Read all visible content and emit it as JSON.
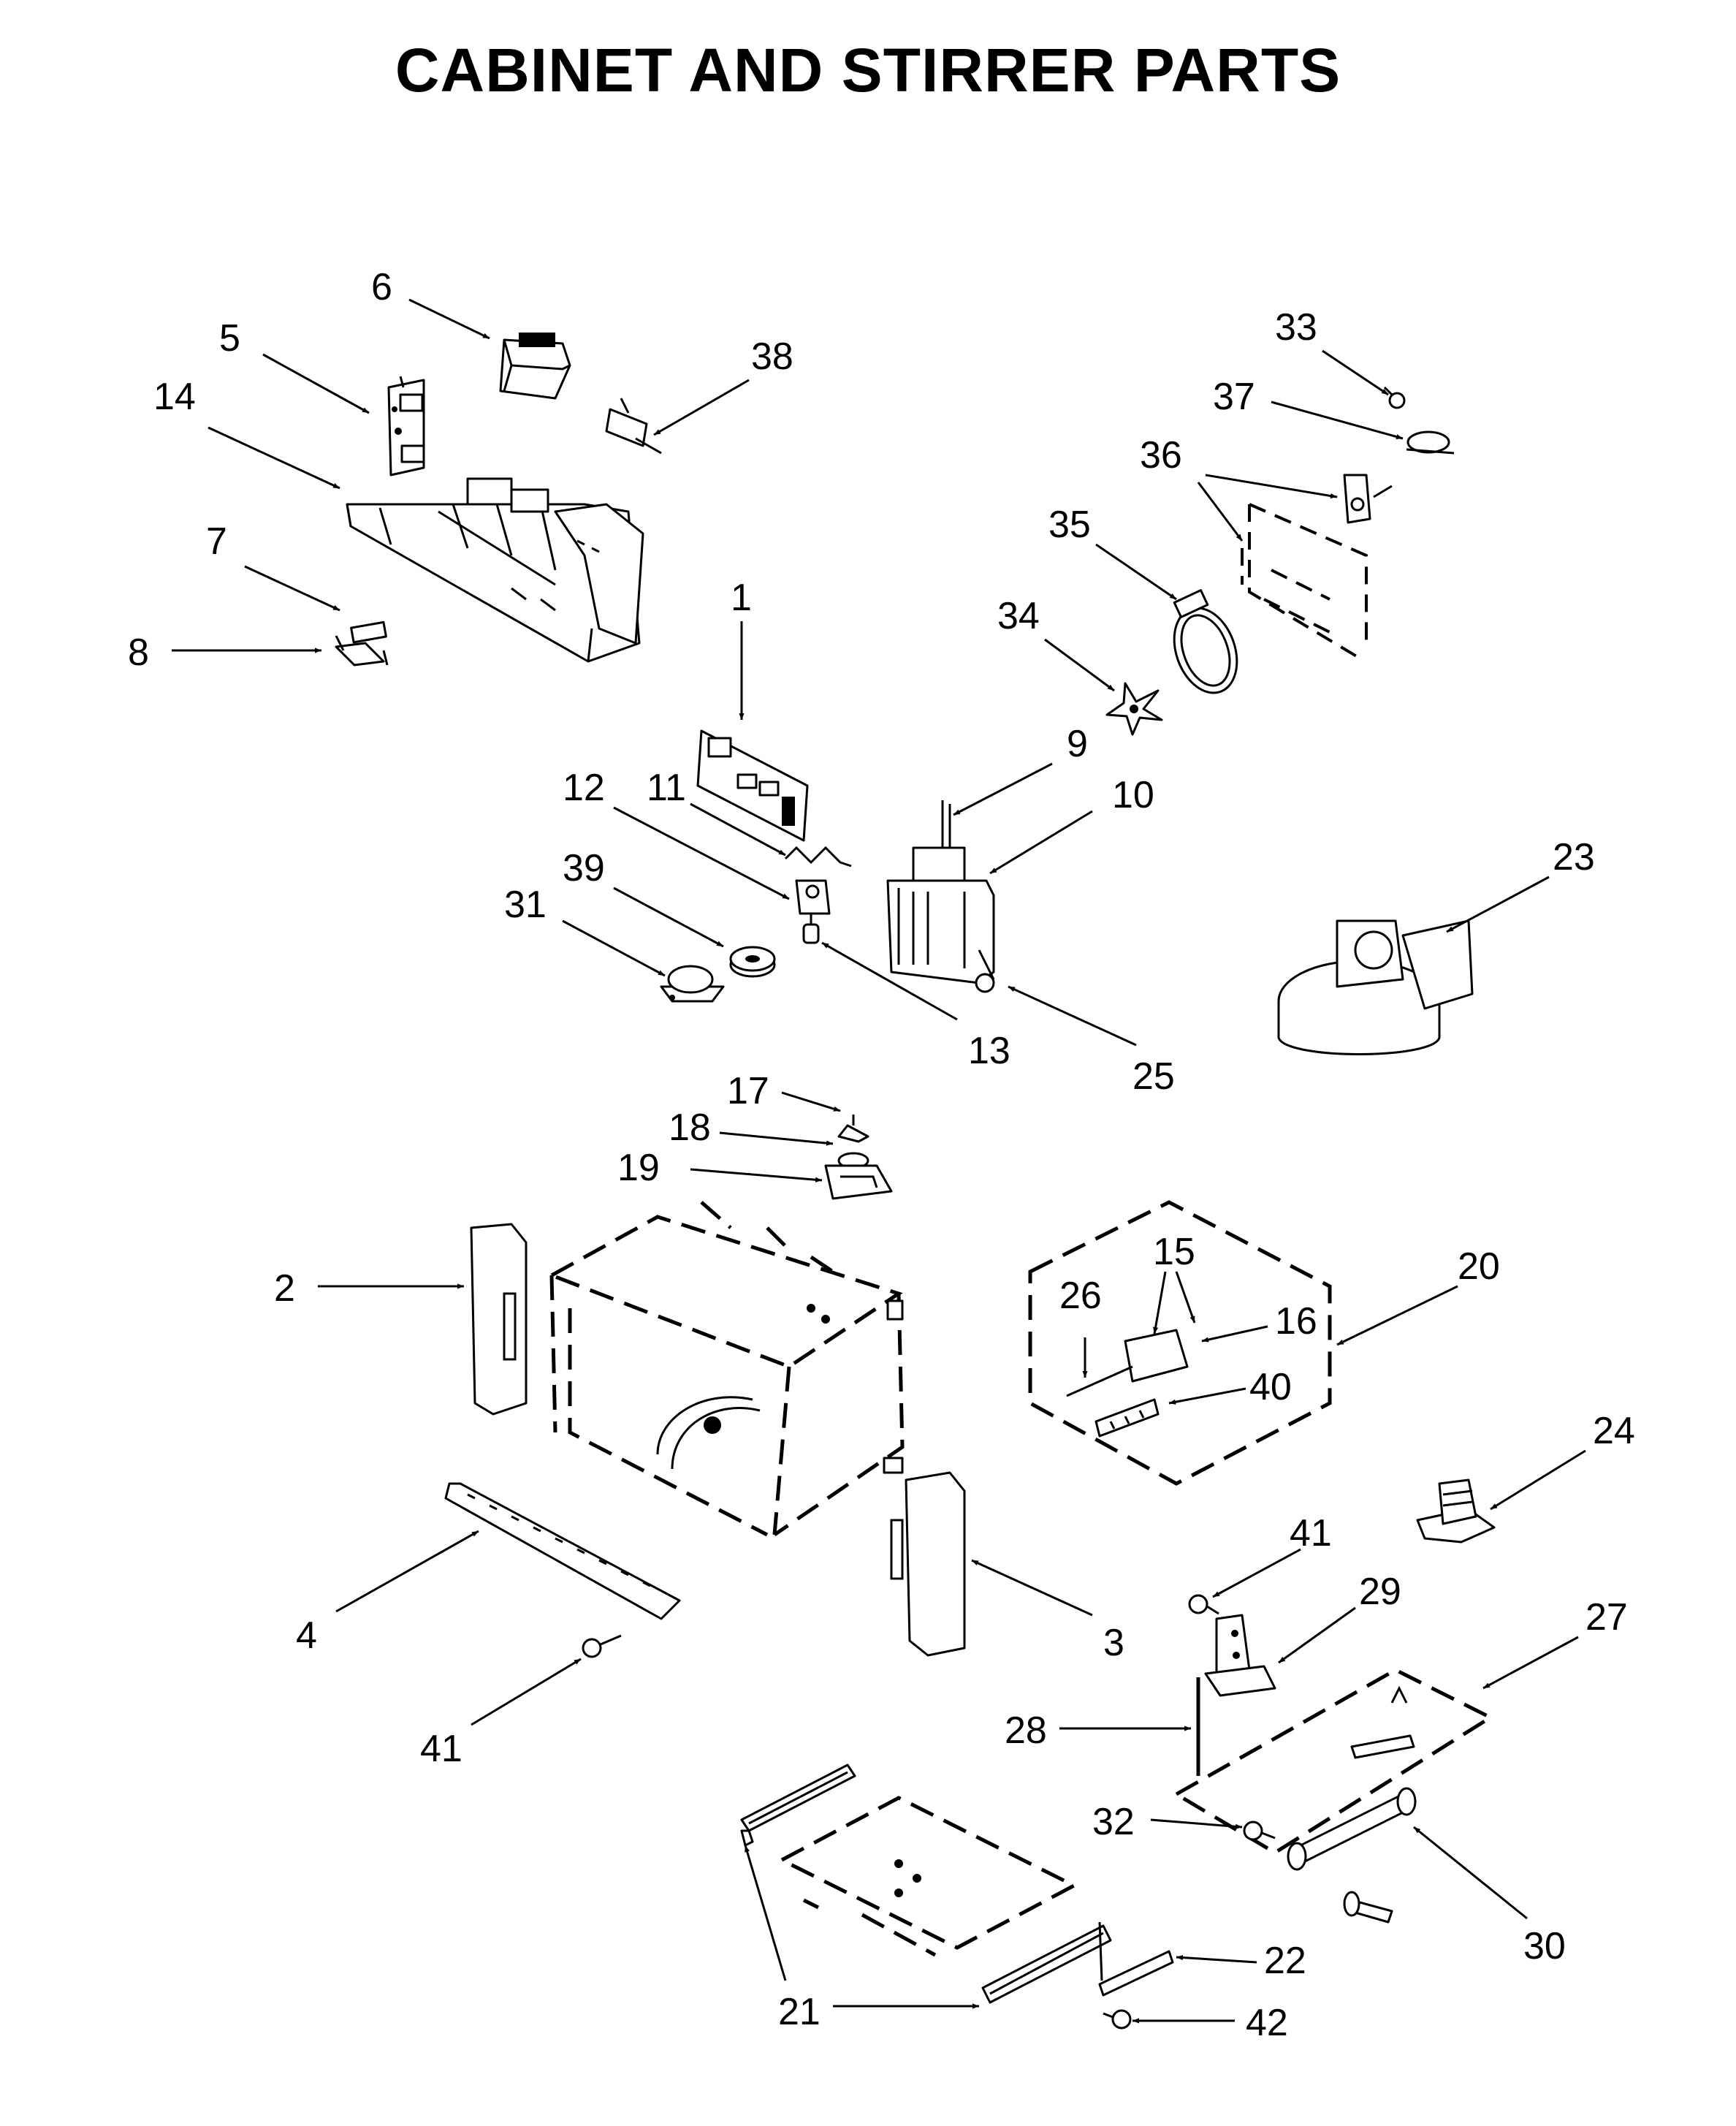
{
  "title": "CABINET AND STIRRER PARTS",
  "callouts": {
    "c1": "1",
    "c2": "2",
    "c3": "3",
    "c4": "4",
    "c5": "5",
    "c6": "6",
    "c7": "7",
    "c8": "8",
    "c9": "9",
    "c10": "10",
    "c11": "11",
    "c12": "12",
    "c13": "13",
    "c14": "14",
    "c15": "15",
    "c16": "16",
    "c17": "17",
    "c18": "18",
    "c19": "19",
    "c20": "20",
    "c21": "21",
    "c22": "22",
    "c23": "23",
    "c24": "24",
    "c25": "25",
    "c26": "26",
    "c27": "27",
    "c28": "28",
    "c29": "29",
    "c30": "30",
    "c31": "31",
    "c32": "32",
    "c33": "33",
    "c34": "34",
    "c35": "35",
    "c36": "36",
    "c37": "37",
    "c38": "38",
    "c39": "39",
    "c40": "40",
    "c41a": "41",
    "c41b": "41",
    "c42": "42"
  }
}
